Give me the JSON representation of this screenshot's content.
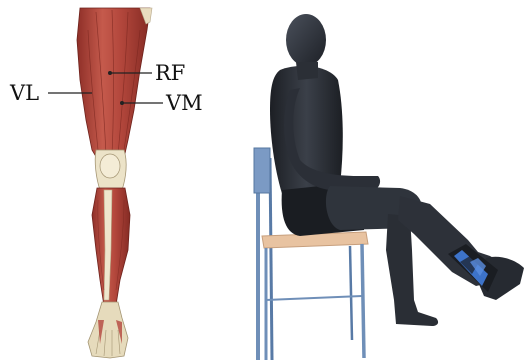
{
  "labels": {
    "vl": "VL",
    "rf": "RF",
    "vm": "VM"
  },
  "colors": {
    "muscle": "#b5473e",
    "muscle_dark": "#7f2620",
    "muscle_light": "#d0705f",
    "tendon": "#e4d8b8",
    "bone": "#efe6cd",
    "figure_skin": "#2f333b",
    "figure_shadow": "#15171b",
    "chair_frame": "#6f8fb8",
    "chair_seat": "#e8c3a1",
    "weight_black": "#1a1d22",
    "weight_blue": "#3d73c9"
  }
}
